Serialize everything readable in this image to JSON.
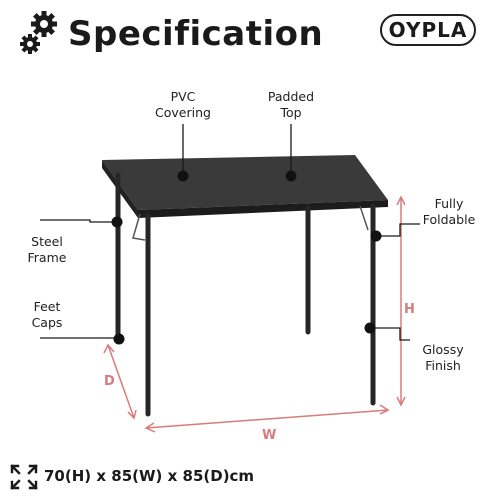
{
  "header": {
    "title": "Specification",
    "brand": "OYPLA"
  },
  "features": {
    "pvc": [
      "PVC",
      "Covering"
    ],
    "padded": [
      "Padded",
      "Top"
    ],
    "steel": [
      "Steel",
      "Frame"
    ],
    "feet": [
      "Feet",
      "Caps"
    ],
    "foldable": [
      "Fully",
      "Foldable"
    ],
    "glossy": [
      "Glossy",
      "Finish"
    ]
  },
  "dimensions": {
    "h": "H",
    "w": "W",
    "d": "D",
    "summary": "70(H) x 85(W) x 85(D)cm"
  },
  "colors": {
    "dimension": "#d97b7b",
    "table": "#2b2b2b"
  }
}
